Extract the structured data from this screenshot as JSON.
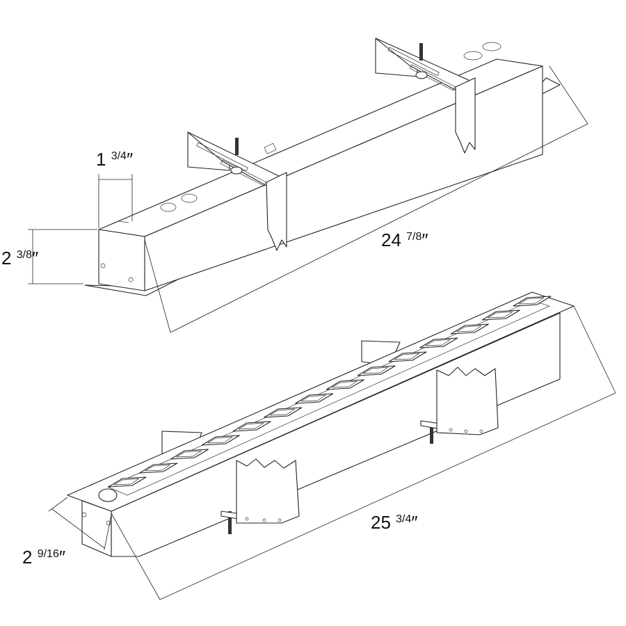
{
  "figures": [
    {
      "name": "housing-with-mounting-brackets",
      "dimensions": {
        "width": {
          "whole": "1",
          "frac": "3/4",
          "unit": "″"
        },
        "height": {
          "whole": "2",
          "frac": "3/8",
          "unit": "″"
        },
        "length": {
          "whole": "24",
          "frac": "7/8",
          "unit": "″"
        }
      }
    },
    {
      "name": "fixture-with-trim-and-cells",
      "dimensions": {
        "width": {
          "whole": "2",
          "frac": "9/16",
          "unit": "″"
        },
        "length": {
          "whole": "25",
          "frac": "3/4",
          "unit": "″"
        }
      }
    }
  ],
  "colors": {
    "line": "#222222",
    "background": "#ffffff",
    "bolt": "#333333"
  }
}
